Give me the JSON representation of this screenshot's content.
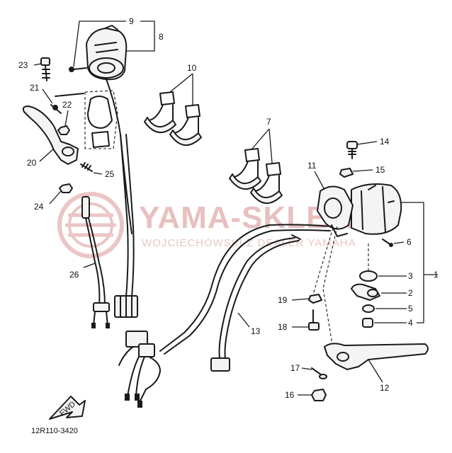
{
  "diagram": {
    "callouts": [
      "1",
      "2",
      "3",
      "4",
      "5",
      "6",
      "7",
      "8",
      "9",
      "10",
      "11",
      "12",
      "13",
      "14",
      "15",
      "16",
      "17",
      "18",
      "19",
      "20",
      "21",
      "22",
      "23",
      "24",
      "25",
      "26"
    ],
    "drawing_code": "12R110-3420",
    "arrow_label": "FWD",
    "watermark": {
      "brand": "YAMA-SKLEP.PL",
      "subtitle": "WOJCIECHOWSKI Z DEALER YAMAHA"
    },
    "colors": {
      "line": "#1a1a1a",
      "watermark": "#e4b6b6"
    }
  }
}
